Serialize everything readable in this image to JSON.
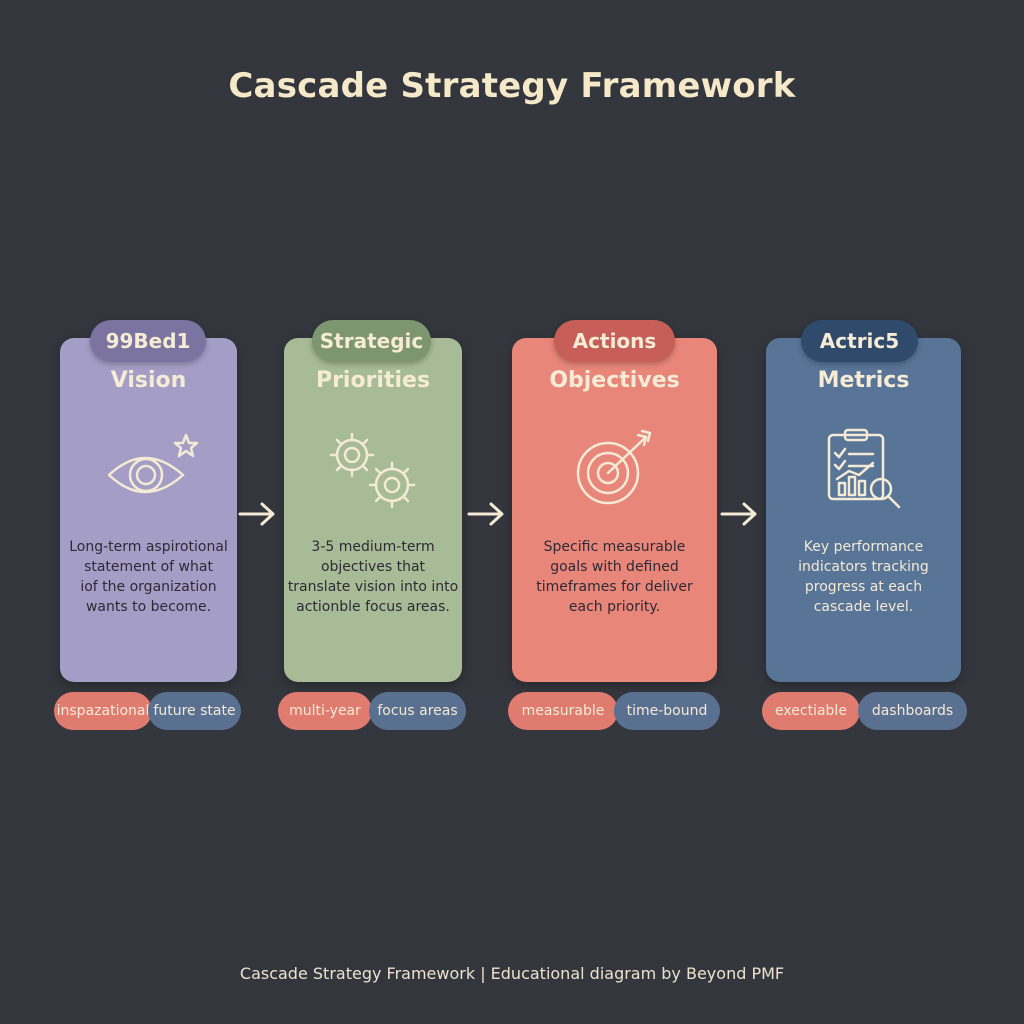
{
  "title": "Cascade Strategy Framework",
  "footer": "Cascade Strategy Framework | Educational diagram by Beyond PMF",
  "colors": {
    "background": "#33363c",
    "title": "#f6e9c9",
    "vision_card": "#a49dc6",
    "priorities_card": "#a7bb96",
    "objectives_card": "#e8867a",
    "metrics_card": "#587496",
    "tag_red": "#e07b70",
    "tag_blue": "#5a7090",
    "icon_line": "#f4ead6"
  },
  "stages": [
    {
      "badge": "99Bed1",
      "title": "Vision",
      "icon": "eye-star-icon",
      "description": [
        "Long-term aspirotional",
        "statement of what",
        "iof the organization",
        "wants to become."
      ],
      "tags": [
        "inspazational",
        "future state"
      ]
    },
    {
      "badge": "Strategic",
      "title": "Priorities",
      "icon": "gears-icon",
      "description": [
        "3-5 medium-term",
        "objectives that",
        "translate vision into into",
        "actionble focus areas."
      ],
      "tags": [
        "multi-year",
        "focus areas"
      ]
    },
    {
      "badge": "Actions",
      "title": "Objectives",
      "icon": "target-arrow-icon",
      "description": [
        "Specific measurable",
        "goals with defined",
        "timeframes for deliver",
        "each priority."
      ],
      "tags": [
        "measurable",
        "time-bound"
      ]
    },
    {
      "badge": "Actric5",
      "title": "Metrics",
      "icon": "clipboard-chart-icon",
      "description": [
        "Key performance",
        "indicators tracking",
        "progress at each",
        "cascade level."
      ],
      "tags": [
        "exectiable",
        "dashboards"
      ]
    }
  ]
}
